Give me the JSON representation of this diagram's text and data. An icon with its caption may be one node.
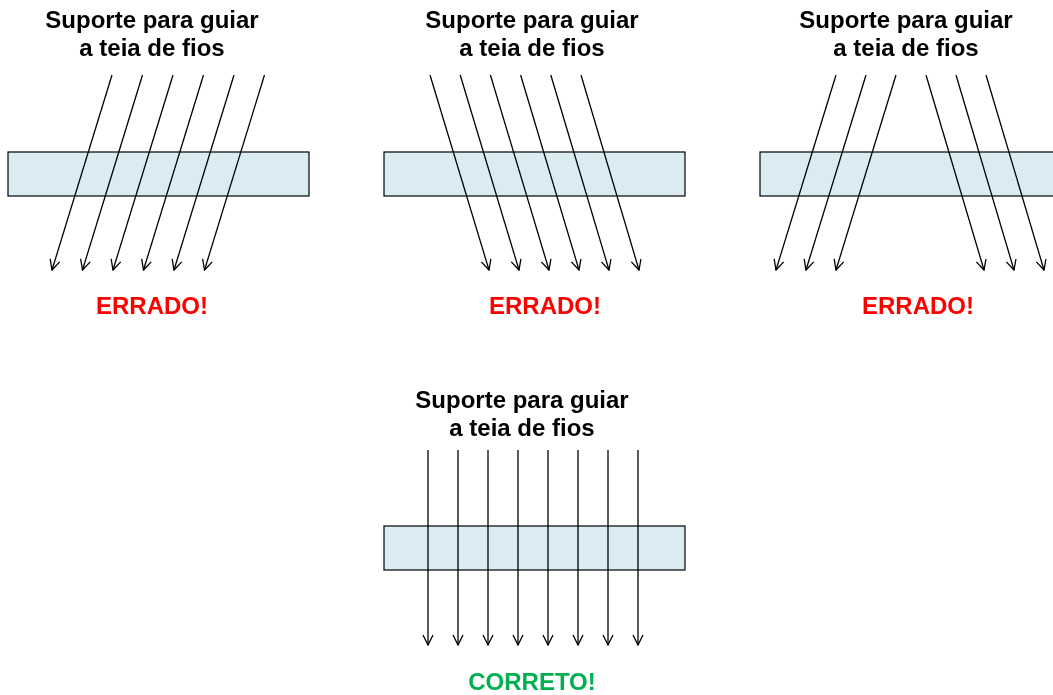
{
  "diagram": {
    "labels": [
      "Suporte para guiar a teia de fios",
      "Suporte para guiar a teia de fios",
      "Suporte para guiar a teia de fios",
      "ERRADO!",
      "ERRADO!",
      "ERRADO!",
      "Suporte para guiar a teia de fios",
      "CORRETO!"
    ]
  }
}
